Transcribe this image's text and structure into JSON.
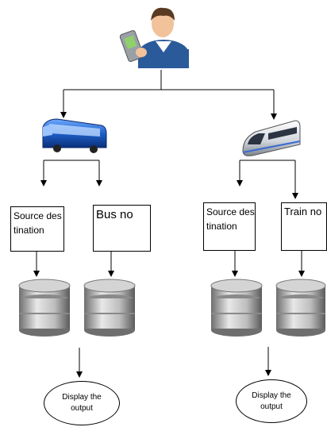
{
  "user_icon": "user-with-phone-icon",
  "branches": [
    {
      "name": "bus",
      "icon": "bus-icon",
      "box_left": "Source destination",
      "box_right": "Bus no",
      "db_icons": [
        "database-icon",
        "database-icon"
      ],
      "output": "Display the output"
    },
    {
      "name": "train",
      "icon": "train-icon",
      "box_left": "Source destination",
      "box_right": "Train no",
      "db_icons": [
        "database-icon",
        "database-icon"
      ],
      "output": "Display the output"
    }
  ],
  "colors": {
    "line": "#000000",
    "bus_blue": "#1e5fc8",
    "db_silver": "#b8b8b8",
    "user_shirt": "#2a5a9a"
  }
}
